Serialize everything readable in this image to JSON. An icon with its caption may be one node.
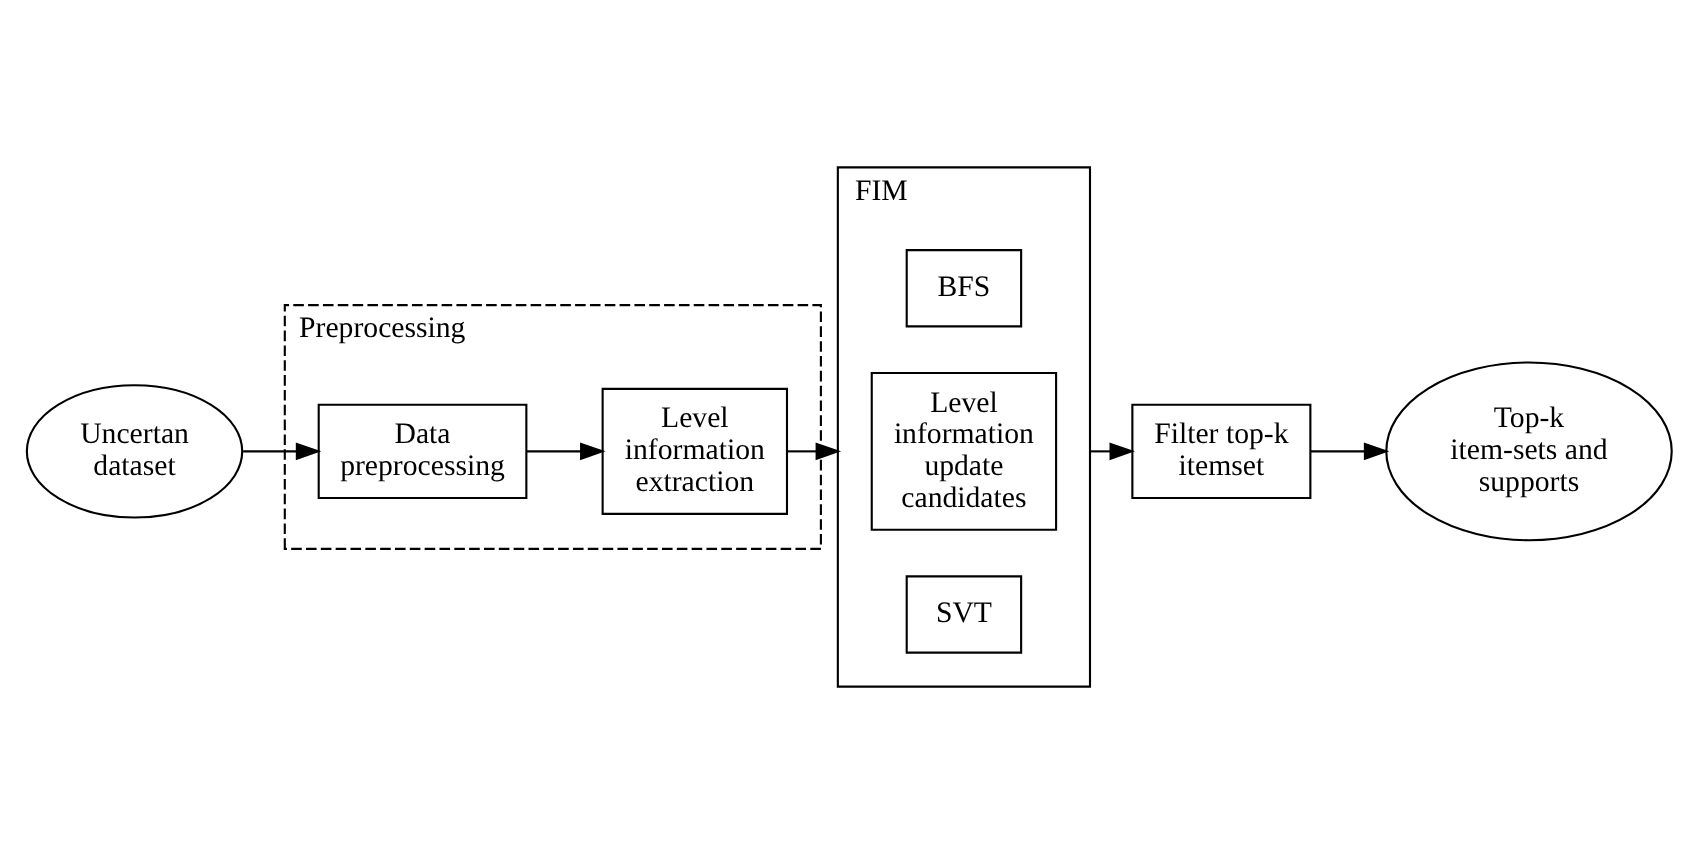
{
  "diagram": {
    "nodes": [
      {
        "text": [
          "Uncertan dataset"
        ]
      },
      {
        "text": [
          "Preprocessing"
        ]
      },
      {
        "text": [
          "Data preprocessing"
        ],
        "in": 1
      },
      {
        "text": [
          "Level information extraction"
        ],
        "in": 1
      },
      {
        "text": [
          "FIM"
        ]
      },
      {
        "text": [
          "BFS"
        ],
        "in": 4
      },
      {
        "text": [
          "Level information update candidates"
        ],
        "in": 4
      },
      {
        "text": [
          "SVT"
        ],
        "in": 4
      },
      {
        "text": [
          "Filter top-k itemset"
        ]
      },
      {
        "text": [
          "Top-k item-sets and supports"
        ]
      }
    ],
    "edges": [
      {
        "from": 0,
        "to": 2,
        "arrow": "to"
      },
      {
        "from": 2,
        "to": 3,
        "arrow": "to"
      },
      {
        "from": 3,
        "to": 4,
        "arrow": "to"
      },
      {
        "from": 4,
        "to": 8,
        "arrow": "to"
      },
      {
        "from": 8,
        "to": 9,
        "arrow": "to"
      }
    ]
  }
}
